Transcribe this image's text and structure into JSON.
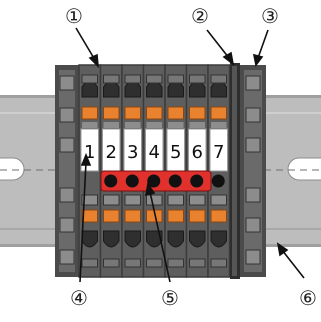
{
  "strip_numbers": [
    "1",
    "2",
    "3",
    "4",
    "5",
    "6",
    "7"
  ],
  "callouts": [
    "①",
    "②",
    "③",
    "④",
    "⑤",
    "⑥"
  ],
  "colors": {
    "rail": "#bdbdbd",
    "rail_edge": "#9a9a9a",
    "body": "#5e5e5e",
    "body_dark": "#3c3c3c",
    "orange": "#e8822f",
    "marker_bg": "#ffffff",
    "jumper": "#e0312d",
    "jumper_dot": "#111111"
  },
  "icons": [
    "clamp-opening-icon",
    "push-button-icon",
    "jumper-contact-icon",
    "rail-slot-icon"
  ]
}
